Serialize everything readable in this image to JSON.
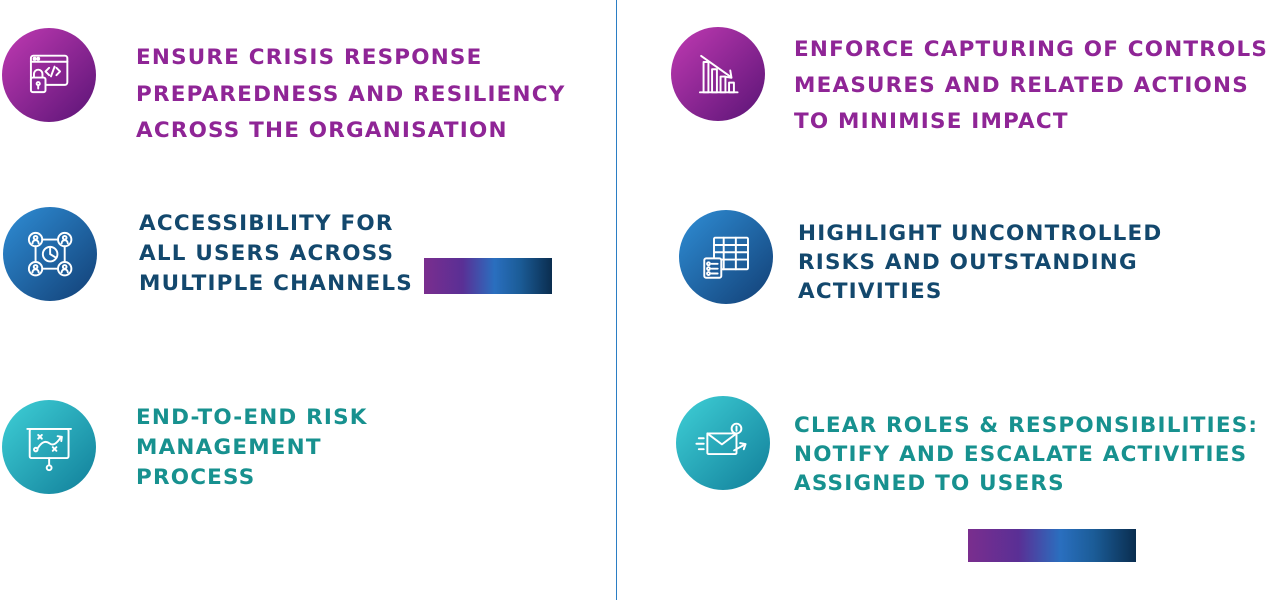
{
  "left": [
    {
      "lines": [
        "Ensure crisis response",
        "preparedness and resiliency",
        "across the organisation"
      ],
      "icon": "code-lock-icon"
    },
    {
      "lines": [
        "Accessibility for",
        "all users across",
        "multiple channels"
      ],
      "icon": "user-network-icon"
    },
    {
      "lines": [
        "End-to-end risk",
        "management",
        "process"
      ],
      "icon": "strategy-board-icon"
    }
  ],
  "right": [
    {
      "lines": [
        "Enforce capturing of controls",
        "measures and related actions",
        "to minimise impact"
      ],
      "icon": "declining-chart-icon"
    },
    {
      "lines": [
        "Highlight uncontrolled",
        "risks and outstanding",
        "activities"
      ],
      "icon": "spreadsheet-list-icon"
    },
    {
      "lines": [
        "Clear roles & responsibilities:",
        "notify and escalate activities",
        "assigned to users"
      ],
      "icon": "email-notification-icon"
    }
  ],
  "colors": {
    "purple_text": "#8f2596",
    "navy_text": "#13486d",
    "teal_text": "#17918f"
  }
}
